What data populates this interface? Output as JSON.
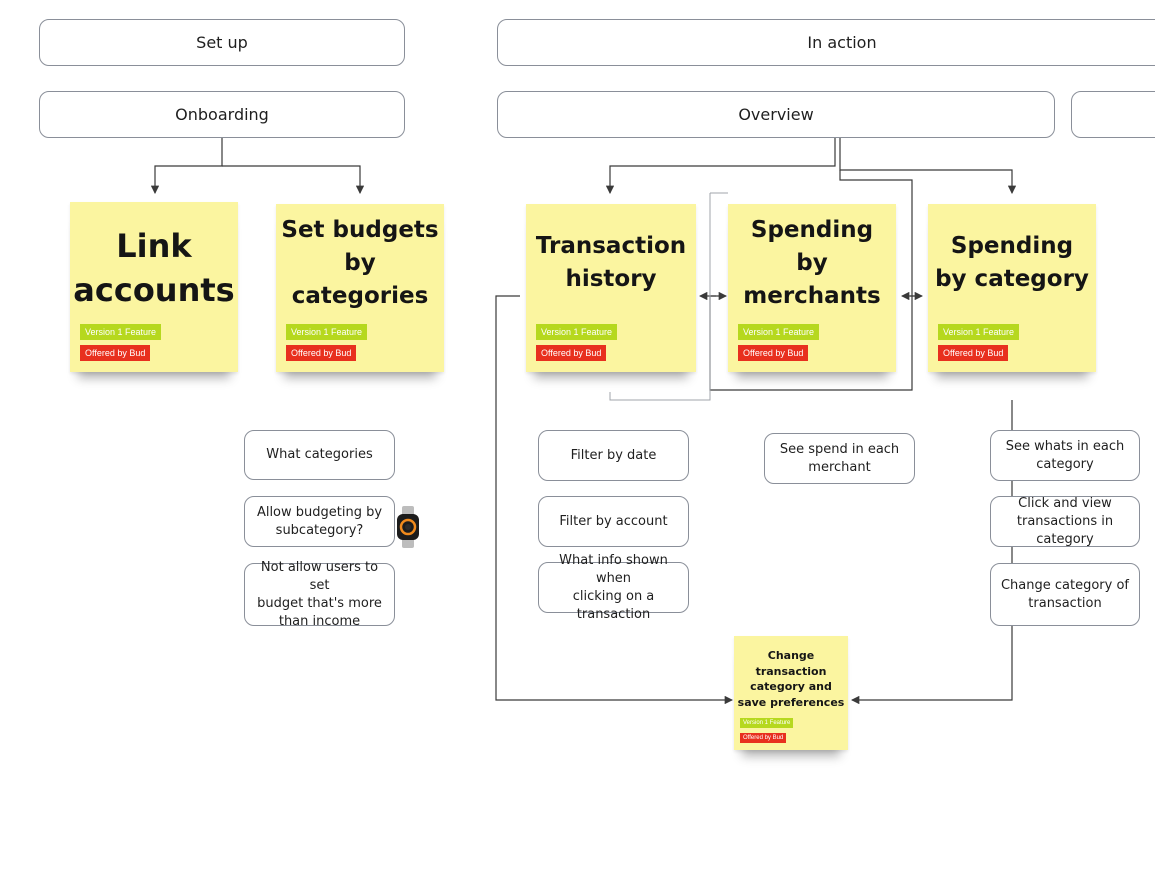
{
  "sections": {
    "setup": "Set up",
    "in_action": "In action"
  },
  "subsections": {
    "onboarding": "Onboarding",
    "overview": "Overview",
    "next": ""
  },
  "tags": {
    "version": "Version 1 Feature",
    "offered": "Offered by Bud"
  },
  "stickies": {
    "link_accounts": [
      "Link",
      "accounts"
    ],
    "set_budgets": [
      "Set budgets",
      "by",
      "categories"
    ],
    "transaction_history": [
      "Transaction",
      "history"
    ],
    "spending_merchants": [
      "Spending",
      "by",
      "merchants"
    ],
    "spending_category": [
      "Spending",
      "by category"
    ],
    "change_category": [
      "Change",
      "transaction",
      "category and",
      "save preferences"
    ]
  },
  "notes": {
    "what_categories": "What categories",
    "allow_subcategory": [
      "Allow budgeting by",
      "subcategory?"
    ],
    "not_allow_budget": [
      "Not allow users to set",
      "budget that's more",
      "than income"
    ],
    "filter_date": "Filter by date",
    "filter_account": "Filter by account",
    "what_info": [
      "What info shown when",
      "clicking on a transaction"
    ],
    "see_spend_merchant": [
      "See spend in each",
      "merchant"
    ],
    "see_whats_category": [
      "See whats in each",
      "category"
    ],
    "click_view": [
      "Click and view",
      "transactions in category"
    ],
    "change_category_of": [
      "Change category of",
      "transaction"
    ]
  },
  "colors": {
    "sticky": "#fbf5a0",
    "tag_green": "#b6d81e",
    "tag_red": "#e8301e",
    "border": "#8a8f99",
    "line": "#3a3a3a"
  },
  "icons": {
    "watch": "smartwatch-icon"
  }
}
